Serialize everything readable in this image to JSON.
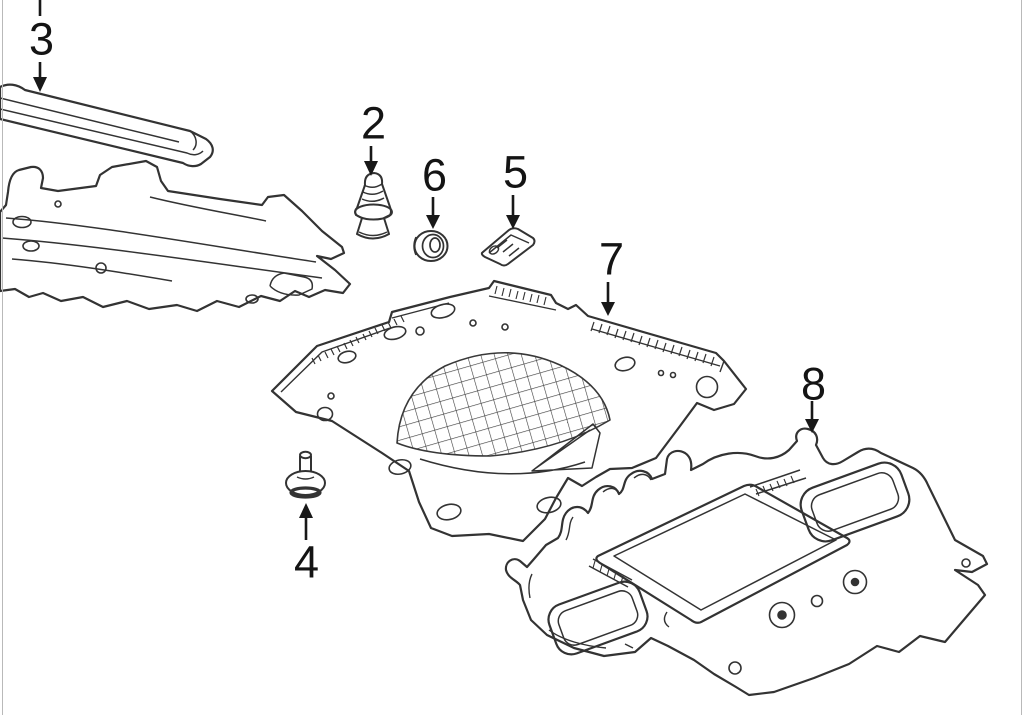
{
  "image": {
    "type": "exploded-parts-line-diagram",
    "background_color": "#ffffff",
    "line_color": "#333333",
    "callout_text_color": "#141414",
    "edge_border_color": "#b9b9b9"
  },
  "callouts": [
    {
      "label": "3"
    },
    {
      "label": "2"
    },
    {
      "label": "6"
    },
    {
      "label": "5"
    },
    {
      "label": "7"
    },
    {
      "label": "4"
    },
    {
      "label": "8"
    }
  ]
}
